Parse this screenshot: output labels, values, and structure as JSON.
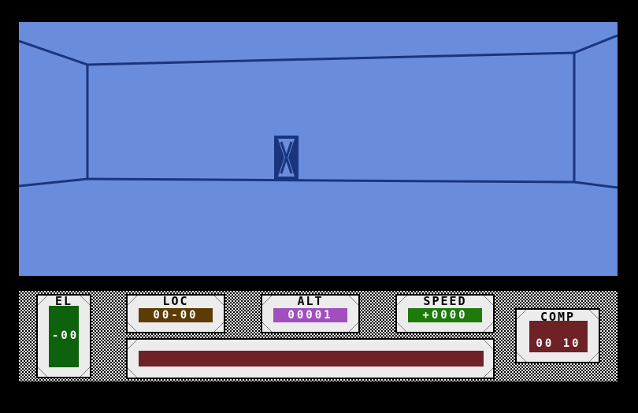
{
  "colors": {
    "sky": "#6a8cdc",
    "lines": "#1a357f",
    "loc": "#5c3c04",
    "alt": "#a14fbf",
    "speed": "#1f7a0c",
    "el": "#0e620e",
    "comp": "#6e2226",
    "bar": "#6e2226"
  },
  "hud": {
    "el": {
      "label": "EL",
      "value": "-00"
    },
    "loc": {
      "label": "LOC",
      "value": "00-00"
    },
    "alt": {
      "label": "ALT",
      "value": "00001"
    },
    "speed": {
      "label": "SPEED",
      "value": "+0000"
    },
    "comp": {
      "label": "COMP",
      "value": "00 10"
    },
    "energy_fraction": 1.0
  }
}
